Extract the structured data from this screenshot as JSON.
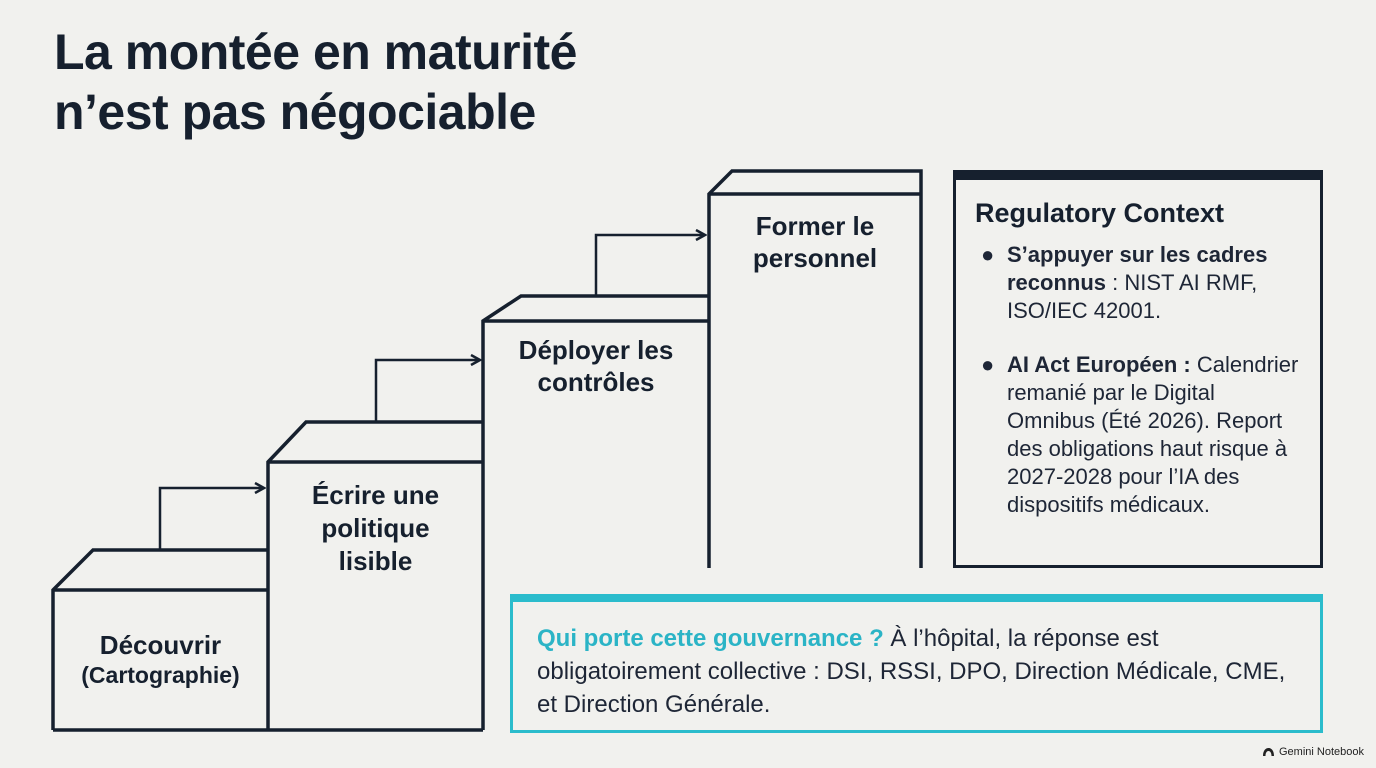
{
  "title": {
    "line1": "La montée en maturité",
    "line2": "n’est pas négociable"
  },
  "steps": [
    {
      "line1": "Découvrir",
      "line2": "(Cartographie)"
    },
    {
      "line1": "Écrire une",
      "line2": "politique",
      "line3": "lisible"
    },
    {
      "line1": "Déployer les",
      "line2": "contrôles"
    },
    {
      "line1": "Former le",
      "line2": "personnel"
    }
  ],
  "regulatory": {
    "title": "Regulatory Context",
    "items": [
      {
        "bold": "S’appuyer sur les cadres reconnus",
        "text": " : NIST AI RMF, ISO/IEC 42001."
      },
      {
        "bold": "AI Act Européen :",
        "text": " Calendrier remanié par le Digital Omnibus (Été 2026). Report des obligations haut risque à 2027-2028 pour l’IA des dispositifs médicaux."
      }
    ]
  },
  "callout": {
    "highlight": "Qui porte cette gouvernance ?",
    "text": " À l’hôpital, la réponse est obligatoirement collective : DSI, RSSI, DPO, Direction Médicale, CME, et Direction Générale."
  },
  "watermark": "Gemini Notebook",
  "colors": {
    "ink": "#16202e",
    "accent": "#2bbccc",
    "background": "#f1f1ee"
  }
}
